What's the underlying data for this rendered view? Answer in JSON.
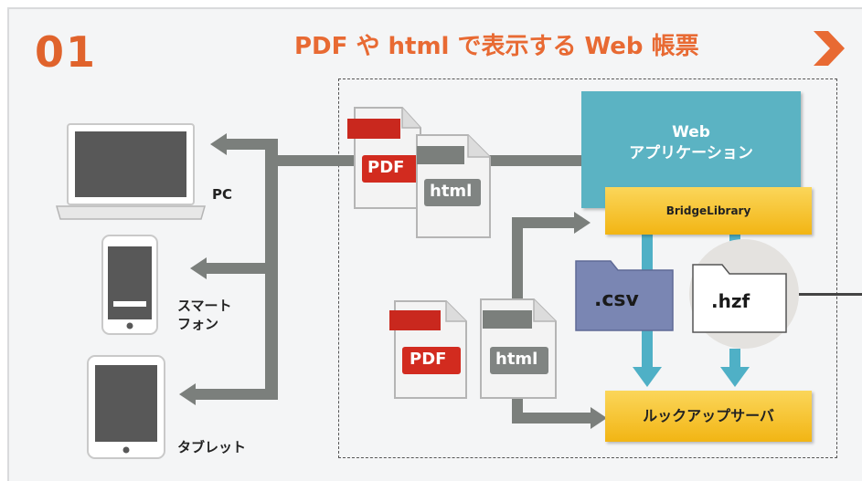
{
  "header": {
    "number": "01",
    "title": "PDF や html で表示する Web 帳票"
  },
  "devices": {
    "pc": "PC",
    "smartphone_line1": "スマート",
    "smartphone_line2": "フォン",
    "tablet": "タブレット"
  },
  "docs": {
    "pdf_top": "PDF",
    "html_top": "html",
    "pdf_bottom": "PDF",
    "html_bottom": "html"
  },
  "server": {
    "webapp_line1": "Web",
    "webapp_line2": "アプリケーション",
    "bridge": "BridgeLibrary",
    "csv": ".csv",
    "hzf": ".hzf",
    "lookup": "ルックアップサーバ"
  },
  "colors": {
    "accent_orange": "#e86a33",
    "teal": "#5bb3c3",
    "yellow": "#f2b514",
    "connector_gray": "#7b7f7c",
    "arrow_teal": "#4fb0c6"
  }
}
